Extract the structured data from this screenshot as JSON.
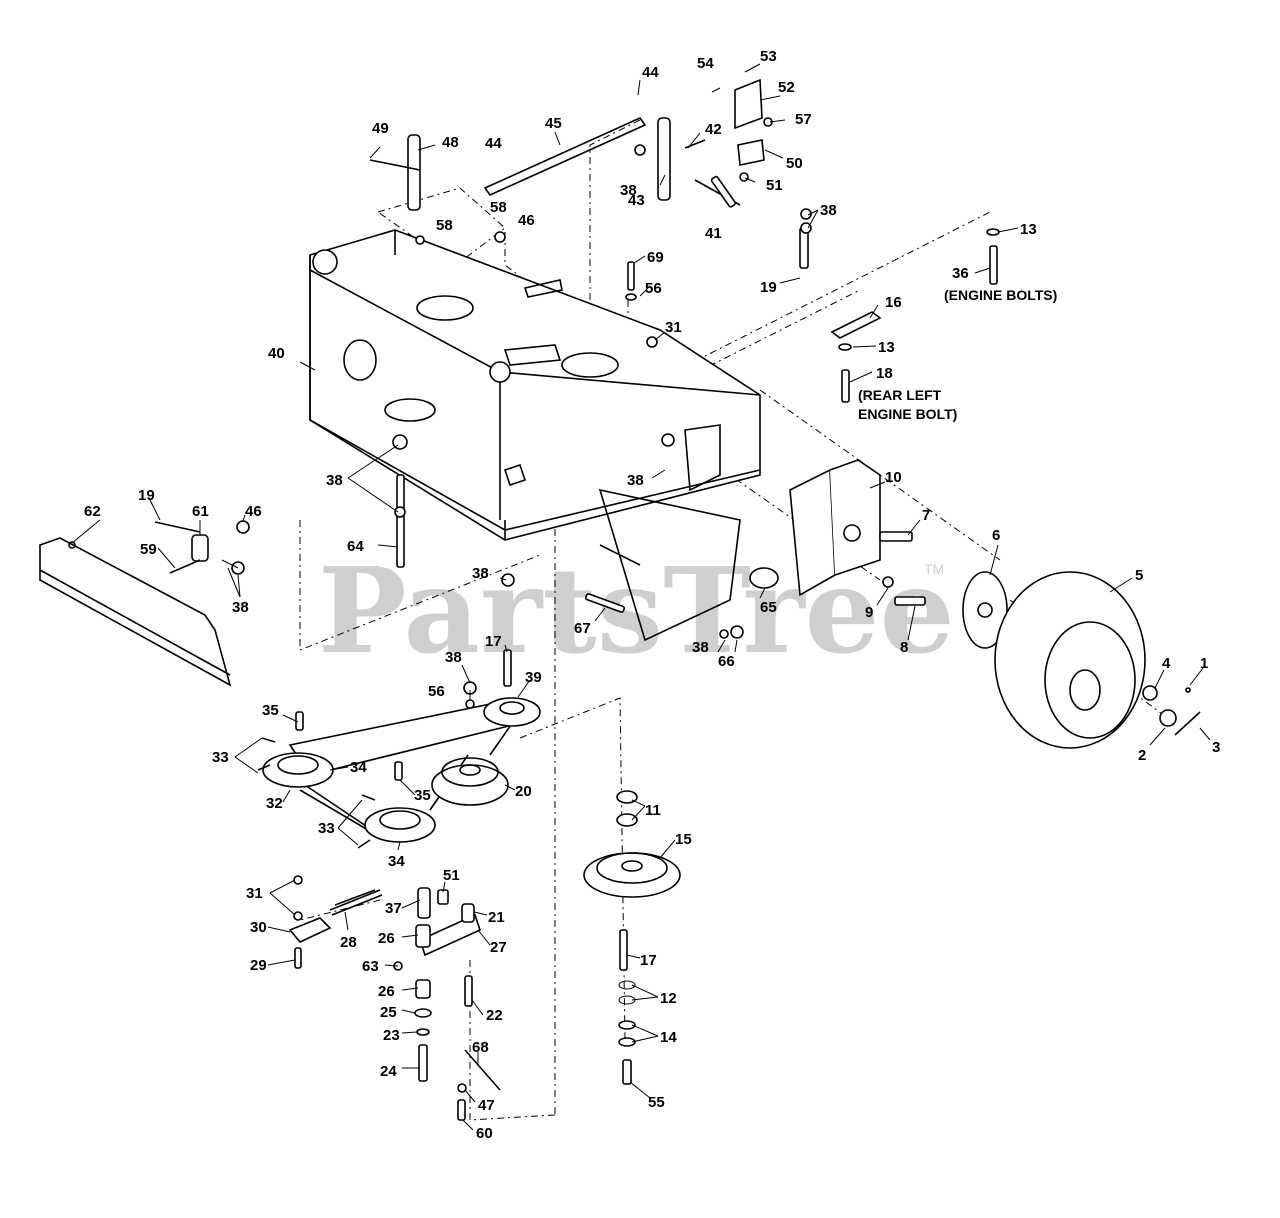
{
  "watermark": {
    "text": "PartsTree",
    "trademark": "TM"
  },
  "callouts": [
    {
      "id": "c1",
      "text": "1"
    },
    {
      "id": "c2",
      "text": "2"
    },
    {
      "id": "c3",
      "text": "3"
    },
    {
      "id": "c4",
      "text": "4"
    },
    {
      "id": "c5",
      "text": "5"
    },
    {
      "id": "c6",
      "text": "6"
    },
    {
      "id": "c7",
      "text": "7"
    },
    {
      "id": "c8",
      "text": "8"
    },
    {
      "id": "c9",
      "text": "9"
    },
    {
      "id": "c10",
      "text": "10"
    },
    {
      "id": "c11",
      "text": "11"
    },
    {
      "id": "c12",
      "text": "12"
    },
    {
      "id": "c13a",
      "text": "13"
    },
    {
      "id": "c13b",
      "text": "13"
    },
    {
      "id": "c14",
      "text": "14"
    },
    {
      "id": "c15",
      "text": "15"
    },
    {
      "id": "c16",
      "text": "16"
    },
    {
      "id": "c17a",
      "text": "17"
    },
    {
      "id": "c17b",
      "text": "17"
    },
    {
      "id": "c18",
      "text": "18"
    },
    {
      "id": "c19a",
      "text": "19"
    },
    {
      "id": "c19b",
      "text": "19"
    },
    {
      "id": "c20",
      "text": "20"
    },
    {
      "id": "c21",
      "text": "21"
    },
    {
      "id": "c22",
      "text": "22"
    },
    {
      "id": "c23",
      "text": "23"
    },
    {
      "id": "c24",
      "text": "24"
    },
    {
      "id": "c25",
      "text": "25"
    },
    {
      "id": "c26a",
      "text": "26"
    },
    {
      "id": "c26b",
      "text": "26"
    },
    {
      "id": "c27",
      "text": "27"
    },
    {
      "id": "c28",
      "text": "28"
    },
    {
      "id": "c29",
      "text": "29"
    },
    {
      "id": "c30",
      "text": "30"
    },
    {
      "id": "c31a",
      "text": "31"
    },
    {
      "id": "c31b",
      "text": "31"
    },
    {
      "id": "c32",
      "text": "32"
    },
    {
      "id": "c33a",
      "text": "33"
    },
    {
      "id": "c33b",
      "text": "33"
    },
    {
      "id": "c34a",
      "text": "34"
    },
    {
      "id": "c34b",
      "text": "34"
    },
    {
      "id": "c35a",
      "text": "35"
    },
    {
      "id": "c35b",
      "text": "35"
    },
    {
      "id": "c36",
      "text": "36"
    },
    {
      "id": "c37",
      "text": "37"
    },
    {
      "id": "c38a",
      "text": "38"
    },
    {
      "id": "c38b",
      "text": "38"
    },
    {
      "id": "c38c",
      "text": "38"
    },
    {
      "id": "c38d",
      "text": "38"
    },
    {
      "id": "c38e",
      "text": "38"
    },
    {
      "id": "c38f",
      "text": "38"
    },
    {
      "id": "c38g",
      "text": "38"
    },
    {
      "id": "c38h",
      "text": "38"
    },
    {
      "id": "c39",
      "text": "39"
    },
    {
      "id": "c40",
      "text": "40"
    },
    {
      "id": "c41",
      "text": "41"
    },
    {
      "id": "c42",
      "text": "42"
    },
    {
      "id": "c43",
      "text": "43"
    },
    {
      "id": "c44a",
      "text": "44"
    },
    {
      "id": "c44b",
      "text": "44"
    },
    {
      "id": "c45",
      "text": "45"
    },
    {
      "id": "c46a",
      "text": "46"
    },
    {
      "id": "c46b",
      "text": "46"
    },
    {
      "id": "c47",
      "text": "47"
    },
    {
      "id": "c48",
      "text": "48"
    },
    {
      "id": "c49",
      "text": "49"
    },
    {
      "id": "c50",
      "text": "50"
    },
    {
      "id": "c51a",
      "text": "51"
    },
    {
      "id": "c51b",
      "text": "51"
    },
    {
      "id": "c52",
      "text": "52"
    },
    {
      "id": "c53",
      "text": "53"
    },
    {
      "id": "c54",
      "text": "54"
    },
    {
      "id": "c55",
      "text": "55"
    },
    {
      "id": "c56a",
      "text": "56"
    },
    {
      "id": "c56b",
      "text": "56"
    },
    {
      "id": "c57",
      "text": "57"
    },
    {
      "id": "c58a",
      "text": "58"
    },
    {
      "id": "c58b",
      "text": "58"
    },
    {
      "id": "c59",
      "text": "59"
    },
    {
      "id": "c60",
      "text": "60"
    },
    {
      "id": "c61",
      "text": "61"
    },
    {
      "id": "c62",
      "text": "62"
    },
    {
      "id": "c63",
      "text": "63"
    },
    {
      "id": "c64",
      "text": "64"
    },
    {
      "id": "c65",
      "text": "65"
    },
    {
      "id": "c66",
      "text": "66"
    },
    {
      "id": "c67",
      "text": "67"
    },
    {
      "id": "c68",
      "text": "68"
    },
    {
      "id": "c69",
      "text": "69"
    }
  ],
  "notes": {
    "engine_bolts": "(ENGINE BOLTS)",
    "rear_left_line1": "(REAR LEFT",
    "rear_left_line2": "ENGINE BOLT)"
  }
}
